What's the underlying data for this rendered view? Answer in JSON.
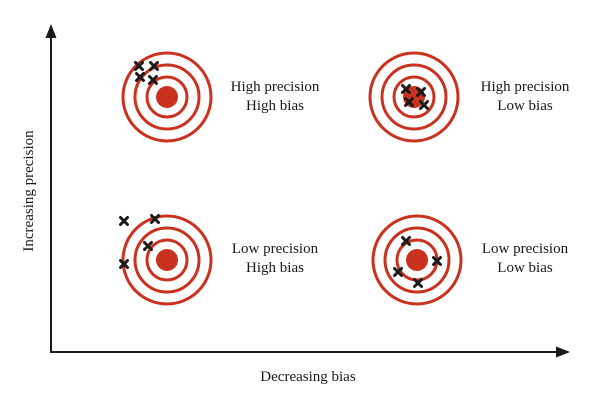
{
  "axes": {
    "x_label": "Decreasing bias",
    "y_label": "Increasing precision"
  },
  "quadrants": [
    {
      "line1": "High precision",
      "line2": "High bias"
    },
    {
      "line1": "High precision",
      "line2": "Low bias"
    },
    {
      "line1": "Low precision",
      "line2": "High bias"
    },
    {
      "line1": "Low precision",
      "line2": "Low bias"
    }
  ],
  "colors": {
    "target": "#c8321e",
    "marks": "#1a1a1a",
    "axes": "#1a1a1a"
  }
}
